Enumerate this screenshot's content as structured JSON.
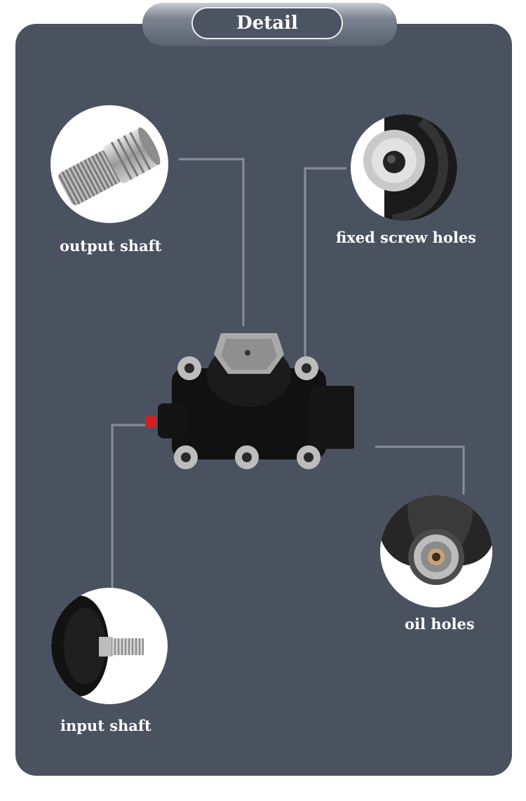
{
  "header": {
    "title": "Detail"
  },
  "callouts": [
    {
      "id": "output-shaft",
      "label": "output shaft"
    },
    {
      "id": "fixed-screw-holes",
      "label": "fixed screw holes"
    },
    {
      "id": "oil-holes",
      "label": "oil holes"
    },
    {
      "id": "input-shaft",
      "label": "input shaft"
    }
  ],
  "colors": {
    "panel": "#4a5260",
    "leader_line": "#8a8f97",
    "label_text": "#ffffff",
    "gearbox_body": "#111111",
    "accent_red": "#d42020"
  },
  "icons": [
    "output-shaft-photo",
    "screw-hole-photo",
    "oil-hole-photo",
    "input-shaft-photo",
    "steering-gearbox-photo"
  ]
}
